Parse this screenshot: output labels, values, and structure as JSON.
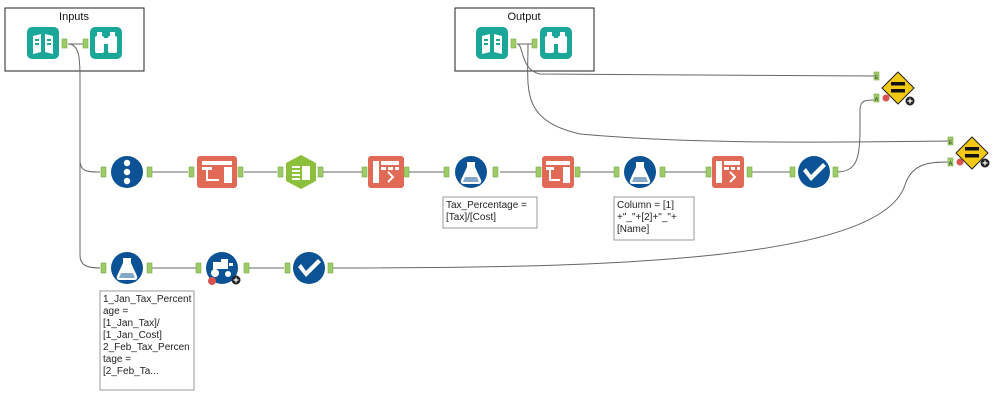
{
  "containers": {
    "inputs": {
      "title": "Inputs"
    },
    "output": {
      "title": "Output"
    }
  },
  "tools": [
    {
      "id": "input-data",
      "icon": "book-icon",
      "category": "in-out",
      "color": "#1aa79a"
    },
    {
      "id": "browse-1",
      "icon": "binoculars-icon",
      "category": "in-out",
      "color": "#1aa79a"
    },
    {
      "id": "output-input-data",
      "icon": "book-icon",
      "category": "in-out",
      "color": "#1aa79a"
    },
    {
      "id": "browse-2",
      "icon": "binoculars-icon",
      "category": "in-out",
      "color": "#1aa79a"
    },
    {
      "id": "record-id",
      "icon": "record-id-icon",
      "category": "preparation",
      "color": "#0b5394"
    },
    {
      "id": "transpose-1",
      "icon": "transpose-icon",
      "category": "transform",
      "color": "#e06a55"
    },
    {
      "id": "text-to-columns",
      "icon": "text-to-columns-icon",
      "category": "parse",
      "color": "#8bbf3c"
    },
    {
      "id": "cross-tab-1",
      "icon": "cross-tab-icon",
      "category": "transform",
      "color": "#e06a55"
    },
    {
      "id": "formula-1",
      "icon": "formula-flask-icon",
      "category": "preparation",
      "color": "#0b5394"
    },
    {
      "id": "transpose-2",
      "icon": "transpose-icon",
      "category": "transform",
      "color": "#e06a55"
    },
    {
      "id": "formula-2",
      "icon": "formula-flask-icon",
      "category": "preparation",
      "color": "#0b5394"
    },
    {
      "id": "cross-tab-2",
      "icon": "cross-tab-icon",
      "category": "transform",
      "color": "#e06a55"
    },
    {
      "id": "select-1",
      "icon": "select-check-icon",
      "category": "preparation",
      "color": "#0b5394"
    },
    {
      "id": "formula-3",
      "icon": "formula-flask-icon",
      "category": "preparation",
      "color": "#0b5394"
    },
    {
      "id": "dynamic-select-tractor",
      "icon": "tractor-icon",
      "category": "preparation",
      "color": "#0b5394"
    },
    {
      "id": "select-2",
      "icon": "select-check-icon",
      "category": "preparation",
      "color": "#0b5394"
    },
    {
      "id": "expect-equal-1",
      "icon": "expect-equal-icon",
      "category": "developer",
      "color": "#f2c812"
    },
    {
      "id": "expect-equal-2",
      "icon": "expect-equal-icon",
      "category": "developer",
      "color": "#f2c812"
    }
  ],
  "annotations": {
    "formula_1": "Tax_Percentage =\n[Tax]/[Cost]",
    "formula_2": "Column = [1]\n+\"_\"+[2]+\"_\"+\n[Name]",
    "formula_3": "1_Jan_Tax_Percent\nage =\n[1_Jan_Tax]/\n[1_Jan_Cost]\n2_Feb_Tax_Percen\ntage =\n[2_Feb_Ta..."
  },
  "anchor_letters": {
    "expected": "E",
    "actual": "A"
  },
  "colors": {
    "connection": "#666666",
    "anchor_green": "#9ccc65",
    "in_out": "#1aa79a",
    "preparation": "#0b5394",
    "transform": "#e06a55",
    "parse": "#8bbf3c",
    "developer": "#f2c812",
    "warning_dot": "#d9534f"
  }
}
